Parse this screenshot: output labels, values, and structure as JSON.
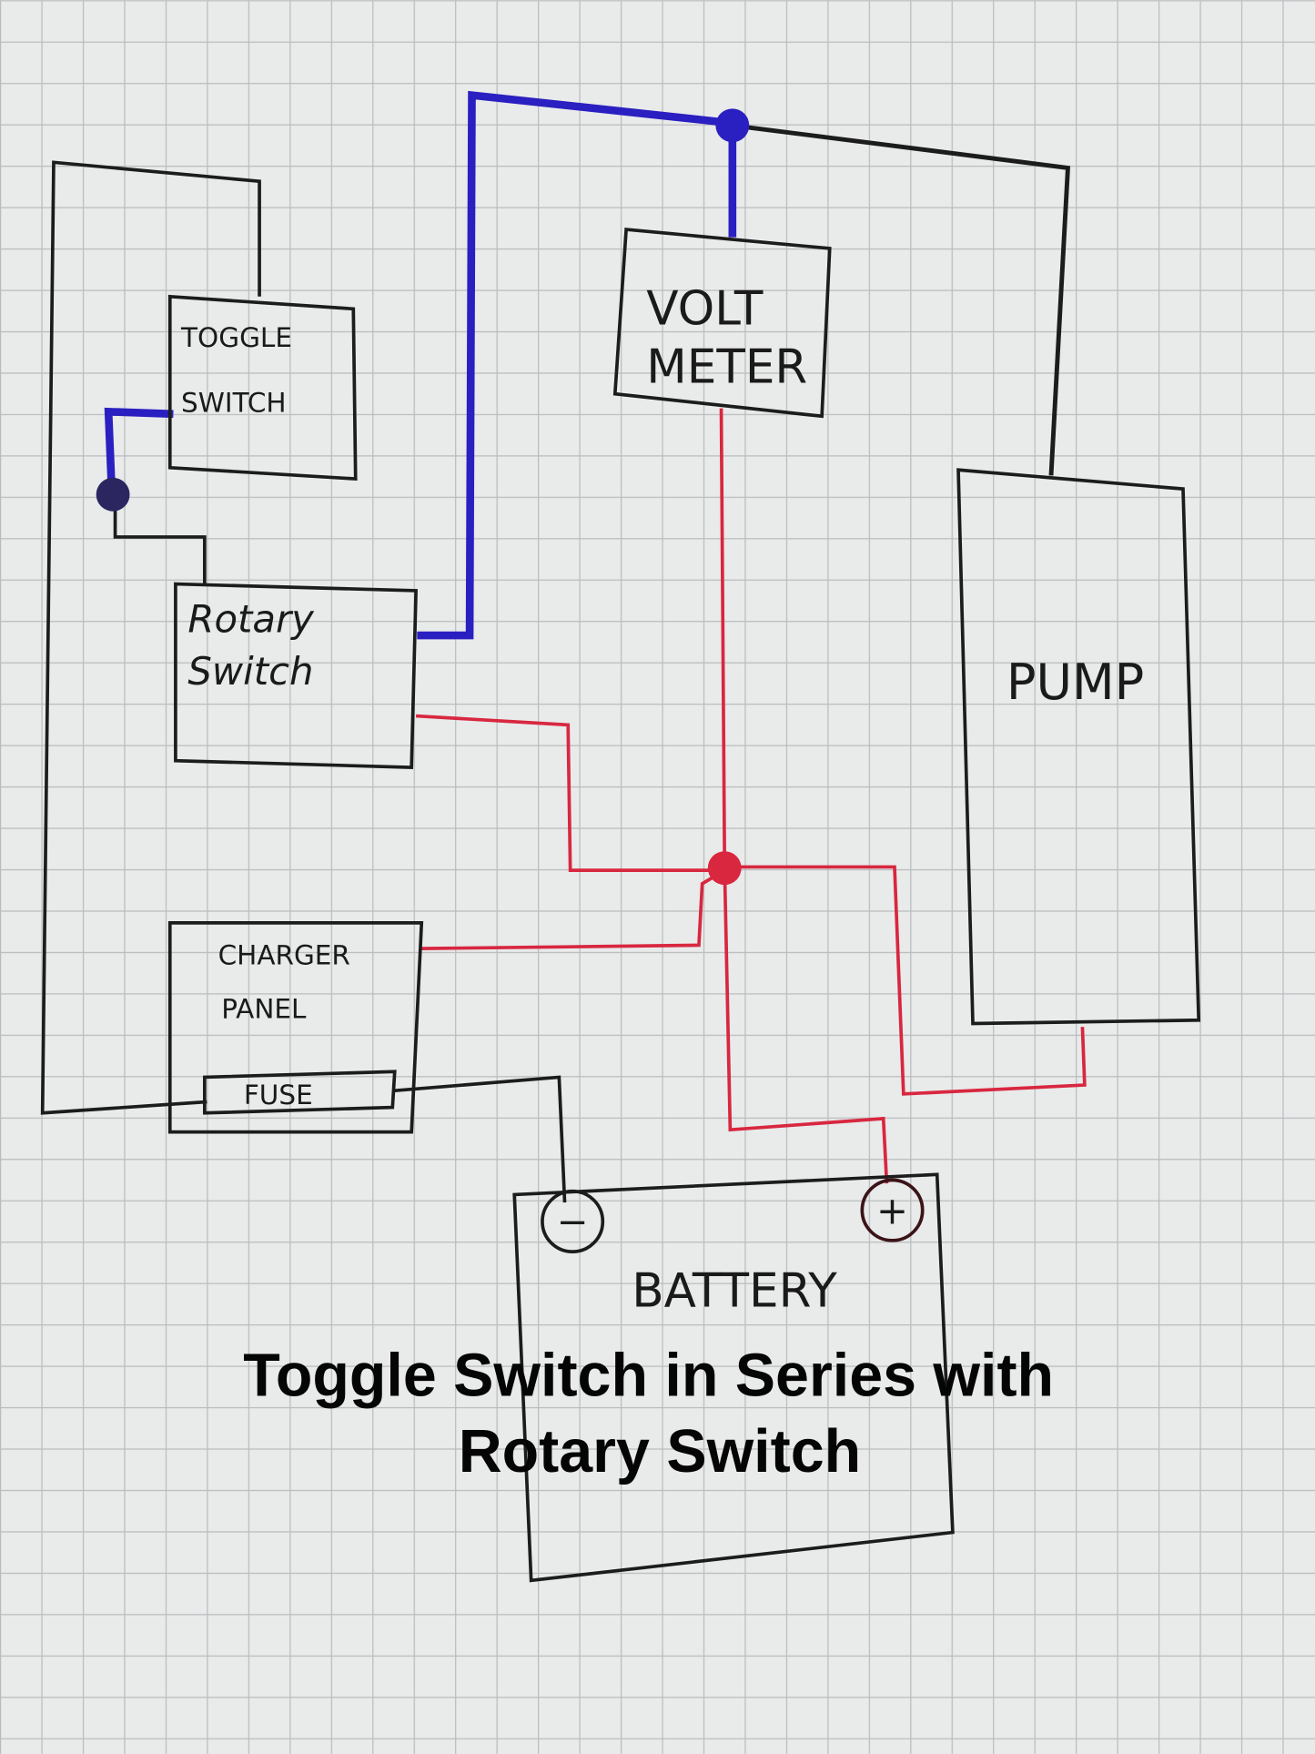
{
  "title": "Toggle Switch in Series with Rotary Switch",
  "caption": {
    "line1": "Toggle Switch in Series with",
    "line2": "Rotary Switch"
  },
  "components": {
    "toggle_switch": {
      "line1": "TOGGLE",
      "line2": "SWITCH"
    },
    "rotary_switch": {
      "line1": "Rotary",
      "line2": "Switch"
    },
    "volt_meter": {
      "line1": "VOLT",
      "line2": "METER"
    },
    "pump": {
      "label": "PUMP"
    },
    "charger_panel": {
      "line1": "CHARGER",
      "line2": "PANEL"
    },
    "fuse": {
      "label": "FUSE"
    },
    "battery": {
      "label": "BATTERY",
      "negative": "−",
      "positive": "+"
    }
  },
  "colors": {
    "paper": "#e9eaea",
    "grid": "#b9bcbd",
    "ground_wire": "#1c1c1c",
    "switched_wire": "#2a1fc0",
    "positive_wire": "#d8273f"
  }
}
